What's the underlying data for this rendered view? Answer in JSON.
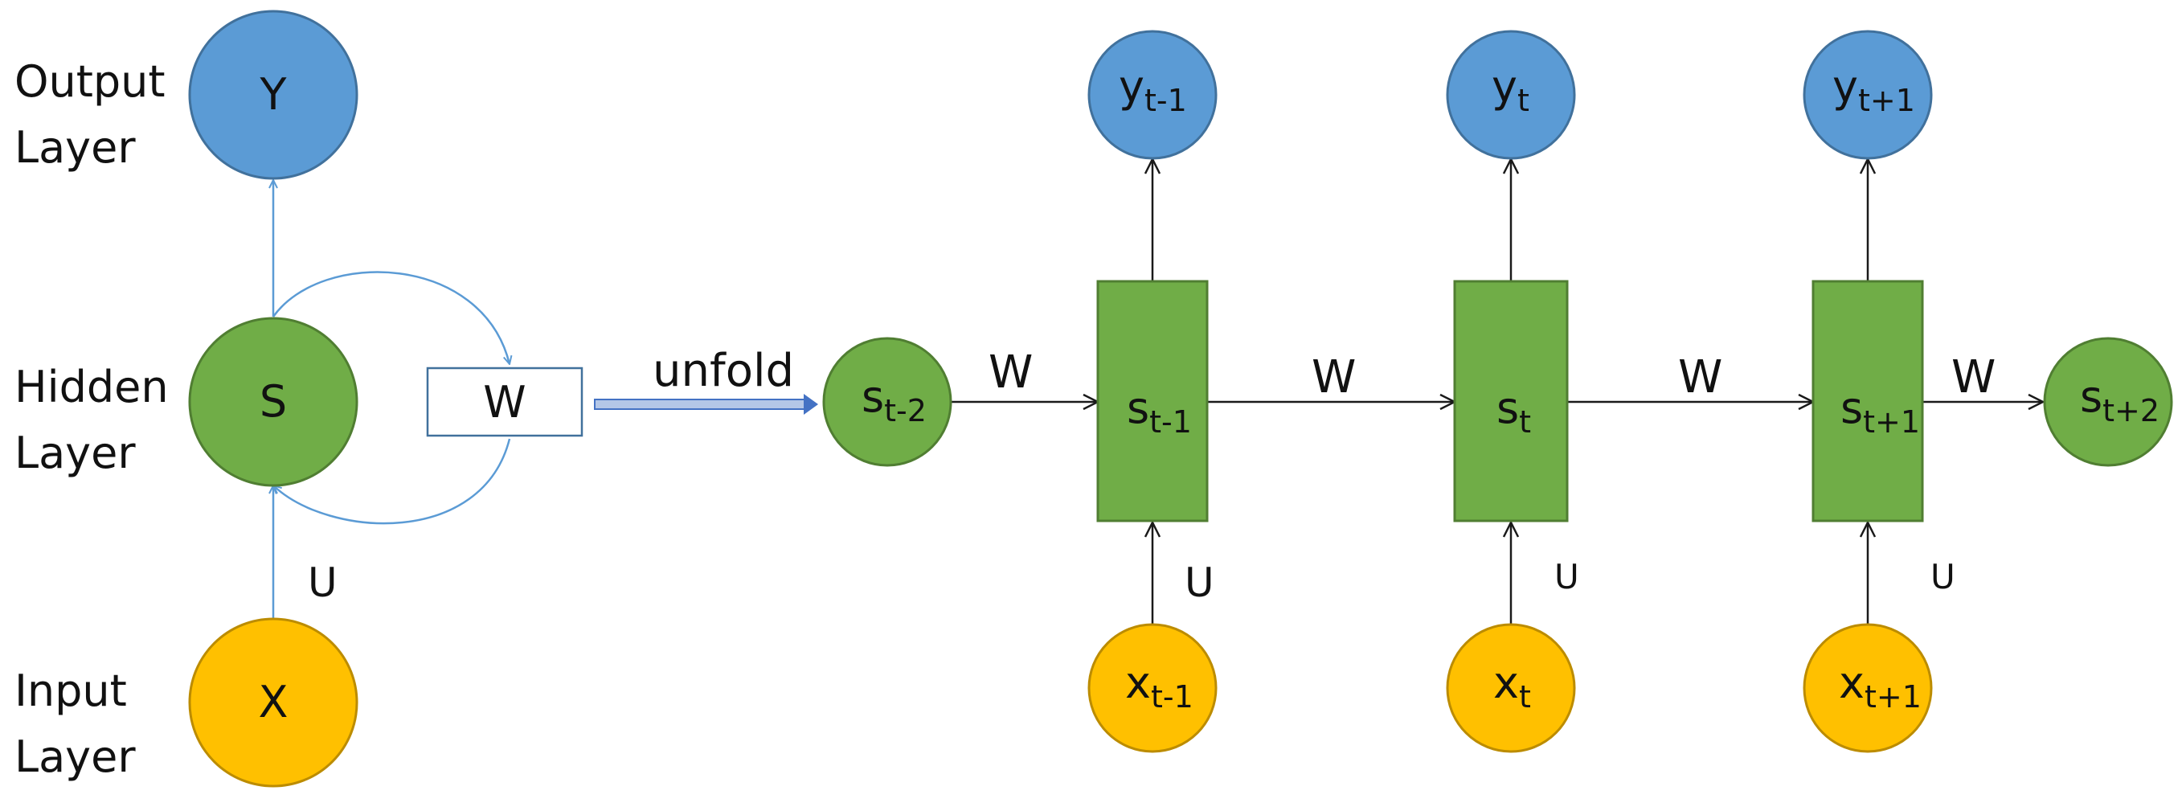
{
  "colors": {
    "output": "#5B9BD5",
    "hidden": "#70AD47",
    "input": "#FFC000",
    "folded_connector": "#5B9BD5",
    "unrolled_connector": "#1a1a1a",
    "unfold_arrow": "#8faadc"
  },
  "layers": {
    "output": [
      "Output",
      "Layer"
    ],
    "hidden": [
      "Hidden",
      "Layer"
    ],
    "input": [
      "Input",
      "Layer"
    ]
  },
  "folded": {
    "output_node": "Y",
    "hidden_node": "S",
    "input_node": "X",
    "weight_box": "W",
    "input_weight": "U"
  },
  "unfold_label": "unfold",
  "unrolled": {
    "start_state": {
      "base": "s",
      "sub": "t-2"
    },
    "end_state": {
      "base": "s",
      "sub": "t+2"
    },
    "steps": [
      {
        "output": {
          "base": "y",
          "sub": "t-1"
        },
        "state": {
          "base": "s",
          "sub": "t-1"
        },
        "input": {
          "base": "x",
          "sub": "t-1"
        },
        "u": "U"
      },
      {
        "output": {
          "base": "y",
          "sub": "t"
        },
        "state": {
          "base": "s",
          "sub": "t"
        },
        "input": {
          "base": "x",
          "sub": "t"
        },
        "u": "U"
      },
      {
        "output": {
          "base": "y",
          "sub": "t+1"
        },
        "state": {
          "base": "s",
          "sub": "t+1"
        },
        "input": {
          "base": "x",
          "sub": "t+1"
        },
        "u": "U"
      }
    ],
    "recurrent_weights": [
      "W",
      "W",
      "W",
      "W"
    ]
  }
}
